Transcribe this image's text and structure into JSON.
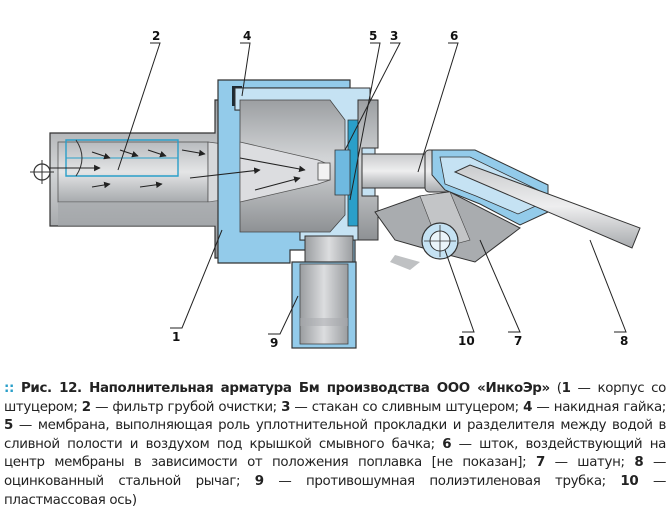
{
  "labels": {
    "n1": "1",
    "n2": "2",
    "n3": "3",
    "n4": "4",
    "n5": "5",
    "n6": "6",
    "n7": "7",
    "n8": "8",
    "n9": "9",
    "n10": "10"
  },
  "caption": {
    "marker": "::",
    "fig_label": "Рис. 12",
    "title": ". Наполнительная арматура Бм производства ООО «ИнкоЭр»",
    "p0": " (",
    "k1": "1",
    "t1": " — корпус со штуцером; ",
    "k2": "2",
    "t2": " — фильтр грубой очистки; ",
    "k3": "3",
    "t3": " — стакан со сливным штуцером; ",
    "k4": "4",
    "t4": " — накидная гайка; ",
    "k5": "5",
    "t5": " — мембрана, выполняющая роль уплотнительной прокладки и разделителя между водой в сливной полости и воздухом под крышкой смывного бачка; ",
    "k6": "6",
    "t6": " — шток, воздействующий на центр мембраны в зависимости от положения поплавка [не показан]; ",
    "k7": "7",
    "t7": " — шатун; ",
    "k8": "8",
    "t8": " — оцинкованный стальной рычаг; ",
    "k9": "9",
    "t9": " — противошумная полиэтиленовая трубка; ",
    "k10": "10",
    "t10": " — пластмассовая ось)"
  },
  "colors": {
    "body_gray": "#b9bcbf",
    "body_dark": "#8f9396",
    "light_blue": "#93cbea",
    "water_blue": "#c5e2f3",
    "outline": "#333333",
    "accent": "#2a9fc9"
  }
}
